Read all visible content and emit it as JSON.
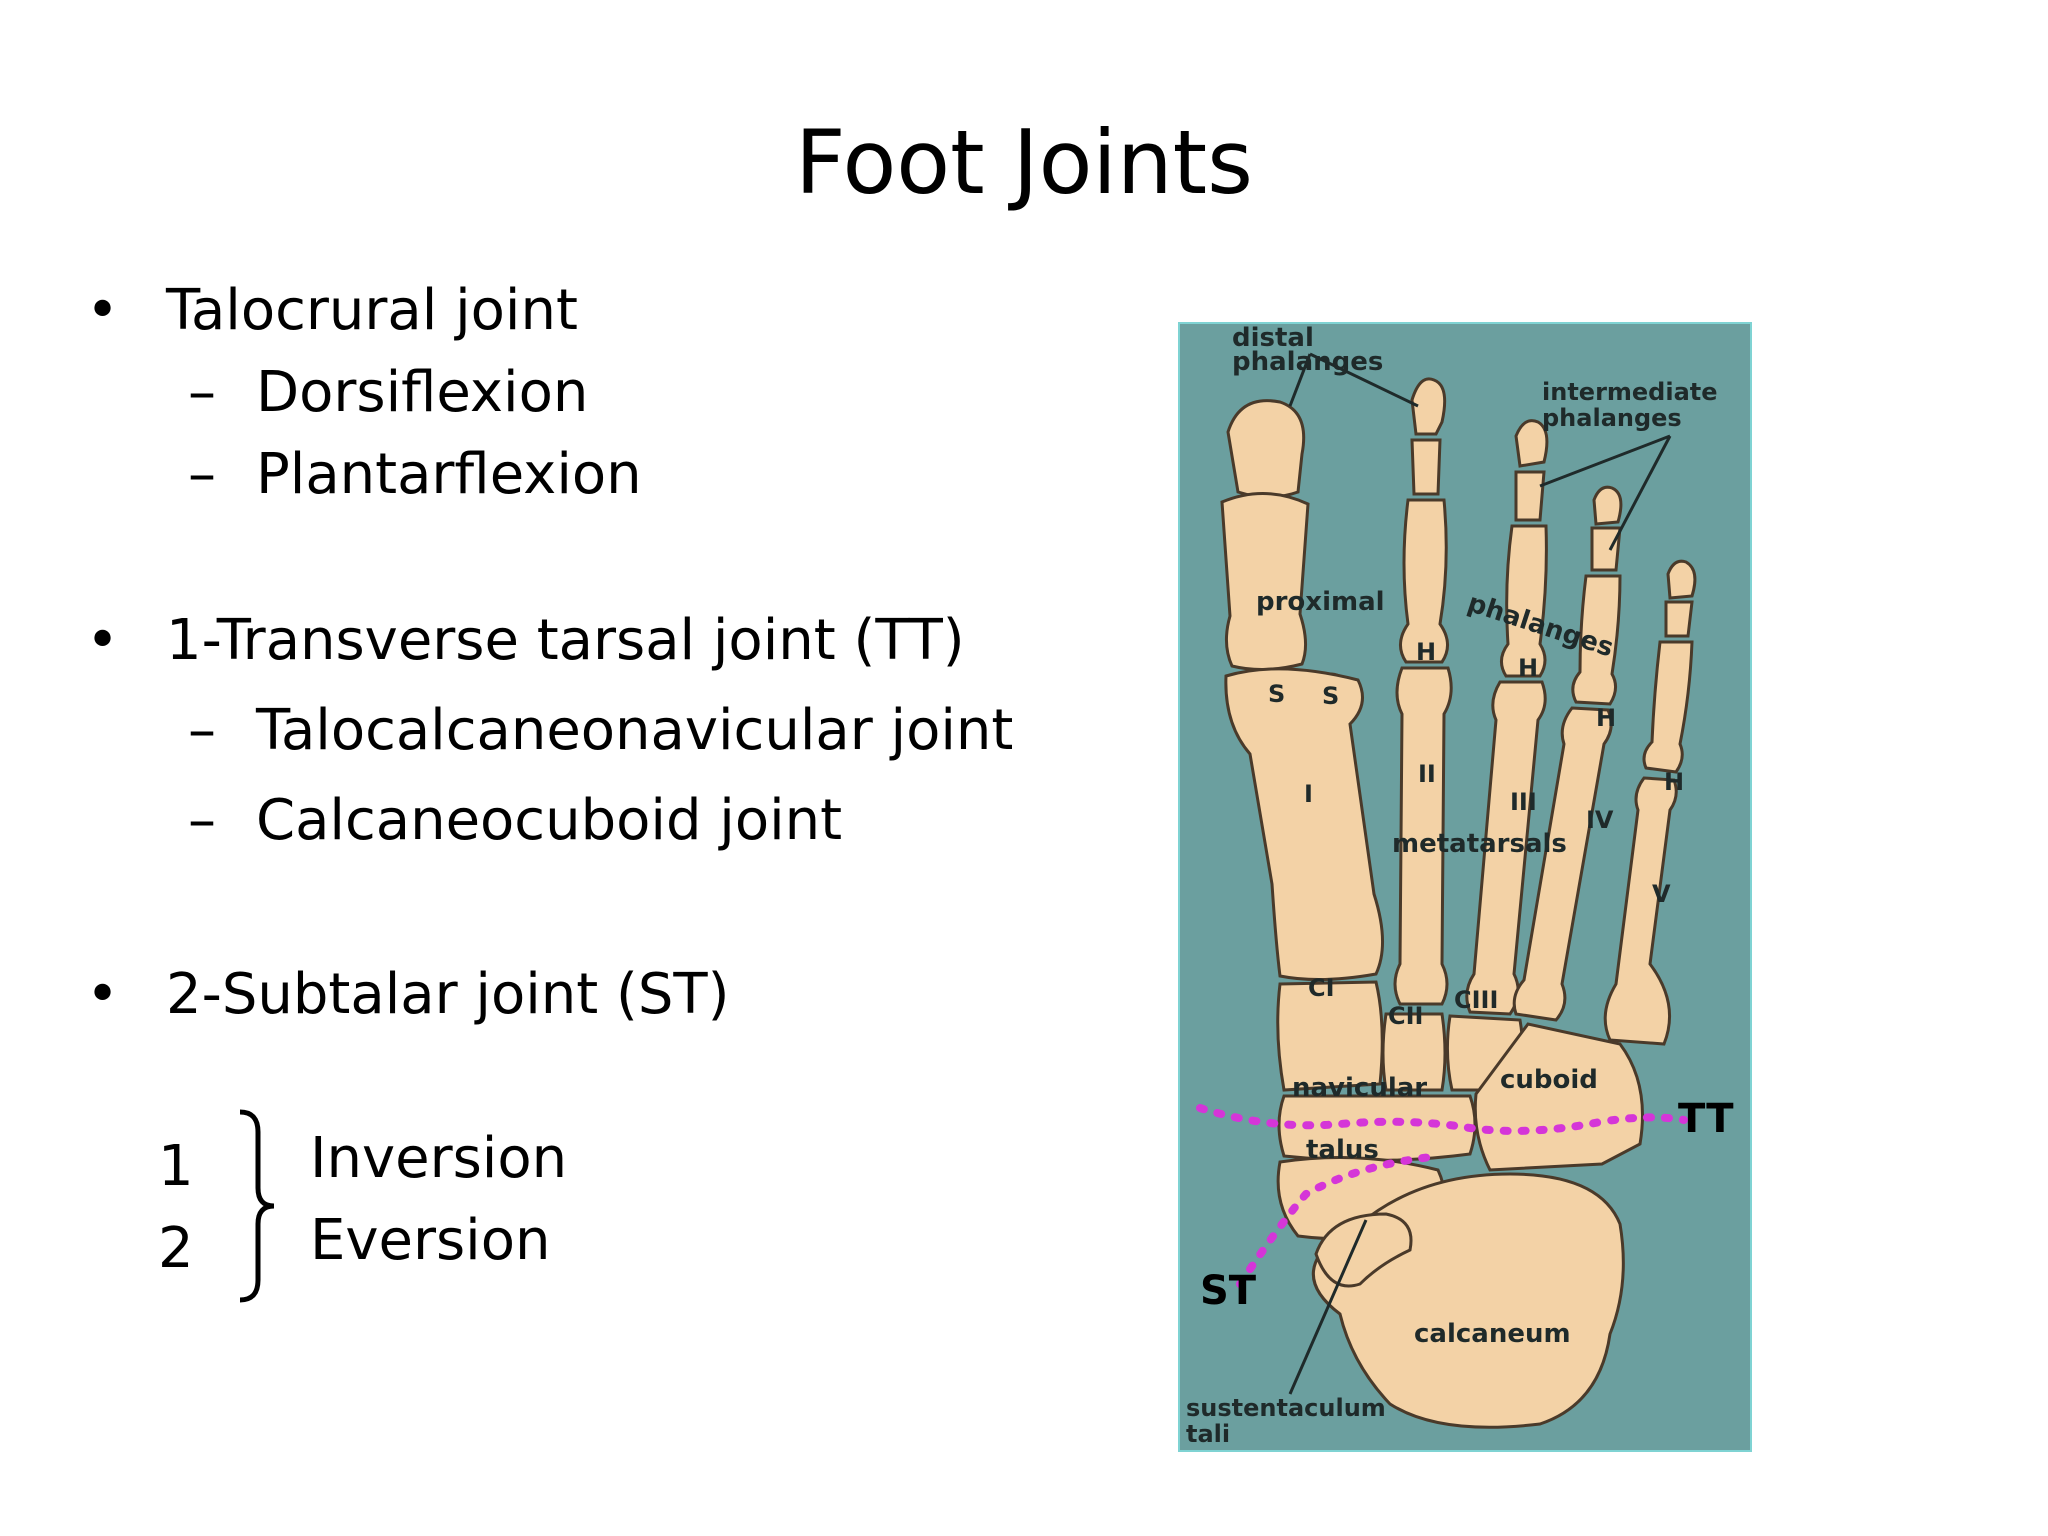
{
  "slide": {
    "title": "Foot Joints",
    "bullets": [
      {
        "text": "Talocrural joint",
        "sub": [
          "Dorsiflexion",
          "Plantarflexion"
        ]
      },
      {
        "text": "1-Transverse tarsal joint (TT)",
        "sub": [
          "Talocalcaneonavicular joint",
          "Calcaneocuboid joint"
        ]
      },
      {
        "text": "2-Subtalar joint (ST)",
        "sub": []
      }
    ],
    "bullet_marker": "•",
    "sub_marker": "–",
    "movements": {
      "numbers": [
        "1",
        "2"
      ],
      "items": [
        "Inversion",
        "Eversion"
      ]
    }
  },
  "figure": {
    "background_color": "#6b9f9f",
    "bone_color": "#f3d2a6",
    "joint_line_color": "#d535d8",
    "labels": {
      "distal_phalanges": [
        "distal",
        "phalanges"
      ],
      "intermediate_phalanges": [
        "intermediate",
        "phalanges"
      ],
      "proximal": "proximal",
      "phalanges": "phalanges",
      "metatarsals": "metatarsals",
      "navicular": "navicular",
      "cuboid": "cuboid",
      "talus": "talus",
      "calcaneum": "calcaneum",
      "sustentaculum_tali": [
        "sustentaculum",
        "tali"
      ],
      "CI": "CI",
      "CII": "CII",
      "CIII": "CIII",
      "roman": [
        "I",
        "II",
        "III",
        "IV",
        "V"
      ],
      "H": "H",
      "S": "S"
    },
    "joint_labels": {
      "TT": "TT",
      "ST": "ST"
    }
  }
}
